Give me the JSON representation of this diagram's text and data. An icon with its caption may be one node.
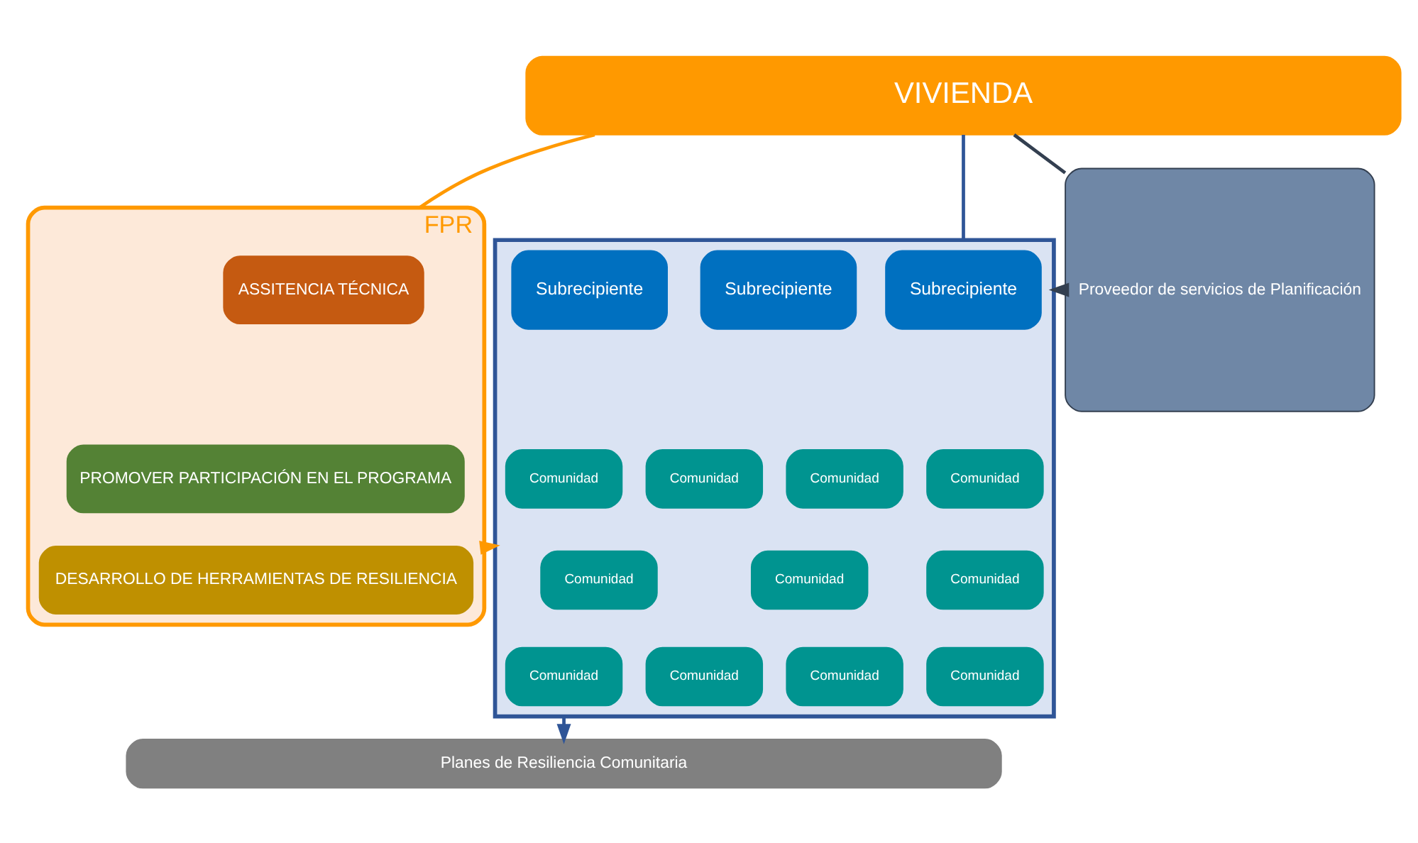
{
  "diagram": {
    "nodes": [
      {
        "text": [
          "VIVIENDA"
        ]
      },
      {
        "text": [
          "FPR"
        ]
      },
      {
        "text": [
          "ASSITENCIA TÉCNICA"
        ],
        "in": 1
      },
      {
        "text": [
          "PROMOVER PARTICIPACIÓN EN EL PROGRAMA"
        ],
        "in": 1
      },
      {
        "text": [
          "DESARROLLO DE HERRAMIENTAS DE RESILIENCIA"
        ],
        "in": 1
      },
      {
        "text": [],
        "shape": "box"
      },
      {
        "text": [
          "Subrecipiente"
        ],
        "in": 5
      },
      {
        "text": [
          "Subrecipiente"
        ],
        "in": 5
      },
      {
        "text": [
          "Subrecipiente"
        ],
        "in": 5
      },
      {
        "text": [
          "Comunidad"
        ],
        "in": 5
      },
      {
        "text": [
          "Comunidad"
        ],
        "in": 5
      },
      {
        "text": [
          "Comunidad"
        ],
        "in": 5
      },
      {
        "text": [
          "Comunidad"
        ],
        "in": 5
      },
      {
        "text": [
          "Comunidad"
        ],
        "in": 5
      },
      {
        "text": [
          "Comunidad"
        ],
        "in": 5
      },
      {
        "text": [
          "Comunidad"
        ],
        "in": 5
      },
      {
        "text": [
          "Comunidad"
        ],
        "in": 5
      },
      {
        "text": [
          "Comunidad"
        ],
        "in": 5
      },
      {
        "text": [
          "Comunidad"
        ],
        "in": 5
      },
      {
        "text": [
          "Comunidad"
        ],
        "in": 5
      },
      {
        "text": [
          "Proveedor de servicios de Planificación"
        ]
      },
      {
        "text": [
          "Planes de Resiliencia Comunitaria"
        ]
      }
    ],
    "edges": [
      {
        "from": 0,
        "to": 1,
        "arrow": "none",
        "color": "#ff9900"
      },
      {
        "from": 0,
        "to": 5,
        "arrow": "none",
        "color": "#2f5597"
      },
      {
        "from": 0,
        "to": 20,
        "arrow": "none",
        "color": "#333f50"
      },
      {
        "from": 1,
        "to": 5,
        "arrow": "to",
        "color": "#ff9900"
      },
      {
        "from": 20,
        "to": 5,
        "arrow": "to",
        "color": "#333f50"
      },
      {
        "from": 5,
        "to": 21,
        "arrow": "to",
        "color": "#2f5597"
      }
    ]
  }
}
